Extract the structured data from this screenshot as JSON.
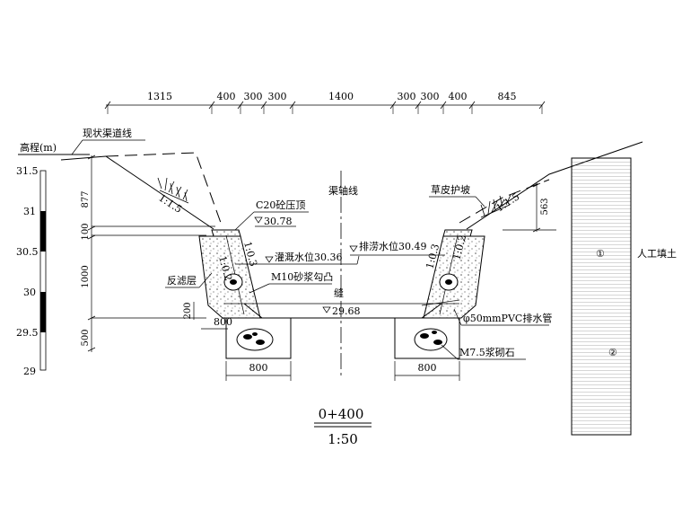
{
  "section": {
    "station": "0+400",
    "scale": "1:50"
  },
  "top_dimensions": [
    "1315",
    "400",
    "300",
    "300",
    "1400",
    "300",
    "300",
    "400",
    "845"
  ],
  "elevation_scale": {
    "title": "高程(m)",
    "ticks": [
      "31.5",
      "31",
      "30.5",
      "30",
      "29.5",
      "29"
    ]
  },
  "left_vertical_dims": [
    "877",
    "100",
    "1000",
    "200",
    "500"
  ],
  "right_vertical_dim": "563",
  "bottom_dims": {
    "left_footing": "800",
    "right_footing": "800",
    "left_step": "800"
  },
  "slopes": {
    "outer_left": "1:1.5",
    "outer_right": "1:1.5",
    "inner_left_a": "1:0.3",
    "inner_left_b": "1:0.2",
    "inner_right_a": "1:0.3",
    "inner_right_b": "1:0.2"
  },
  "labels": {
    "existing_channel": "现状渠道线",
    "channel_axis": "渠轴线",
    "turf": "草皮护坡",
    "coping": "C20砼压顶",
    "coping_elev": "30.78",
    "irrigation_level": "灌溉水位30.36",
    "drainage_level": "排涝水位30.49",
    "mortar_joint": "M10砂浆勾凸",
    "joint_char": "缝",
    "bottom_elev": "29.68",
    "filter_layer": "反滤层",
    "pvc_pipe": "φ50mmPVC排水管",
    "masonry": "M7.5浆砌石",
    "fill": "人工填土",
    "circle_1": "①",
    "circle_2": "②"
  }
}
